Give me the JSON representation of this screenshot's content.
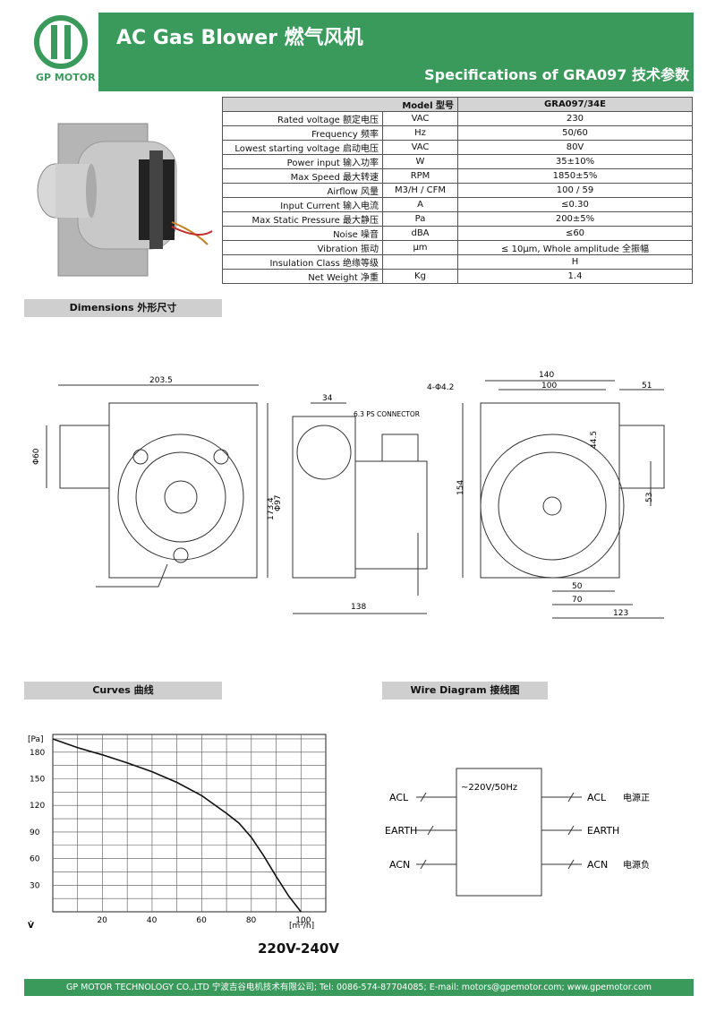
{
  "header": {
    "title": "AC Gas Blower 燃气风机",
    "subtitle": "Specifications of  GRA097 技术参数",
    "logo_text": "GP MOTOR"
  },
  "spec": {
    "header_label": "Model 型号",
    "header_value": "GRA097/34E",
    "rows": [
      {
        "label": "Rated voltage 额定电压",
        "unit": "VAC",
        "value": "230"
      },
      {
        "label": "Frequency 频率",
        "unit": "Hz",
        "value": "50/60"
      },
      {
        "label": "Lowest starting voltage 启动电压",
        "unit": "VAC",
        "value": "80V"
      },
      {
        "label": "Power input 输入功率",
        "unit": "W",
        "value": "35±10%"
      },
      {
        "label": "Max Speed 最大转速",
        "unit": "RPM",
        "value": "1850±5%"
      },
      {
        "label": "Airflow 风量",
        "unit": "M3/H / CFM",
        "value": "100 / 59"
      },
      {
        "label": "Input Current 输入电流",
        "unit": "A",
        "value": "≤0.30"
      },
      {
        "label": "Max Static Pressure 最大静压",
        "unit": "Pa",
        "value": "200±5%"
      },
      {
        "label": "Noise 噪音",
        "unit": "dBA",
        "value": "≤60"
      },
      {
        "label": "Vibration 振动",
        "unit": "µm",
        "value": "≤ 10µm, Whole amplitude 全振幅"
      },
      {
        "label": "Insulation Class 绝缘等级",
        "unit": "",
        "value": "H"
      },
      {
        "label": "Net Weight 净重",
        "unit": "Kg",
        "value": "1.4"
      }
    ]
  },
  "sections": {
    "dimensions": "Dimensions 外形尺寸",
    "curves": "Curves 曲线",
    "wire": "Wire Diagram 接线图"
  },
  "dimensions": {
    "d1": "203.5",
    "d2": "Φ60",
    "d3": "173.4",
    "d4": "Φ97",
    "d5": "34",
    "d6": "6.3 PS CONNECTOR",
    "d7": "138",
    "d8": "140",
    "d9": "100",
    "d10": "51",
    "d11": "4-Φ4.2",
    "d12": "44.5",
    "d13": "154",
    "d14": "53",
    "d15": "50",
    "d16": "70",
    "d17": "123"
  },
  "chart_data": {
    "type": "line",
    "ylabel": "[Pa]",
    "xlabel": "[m³/h]",
    "x_axis_symbol": "V̇",
    "xticks": [
      20,
      40,
      60,
      80,
      100
    ],
    "yticks": [
      30,
      60,
      90,
      120,
      150,
      180
    ],
    "xlim": [
      0,
      110
    ],
    "ylim": [
      0,
      200
    ],
    "series": [
      {
        "x": [
          0,
          10,
          20,
          30,
          40,
          50,
          60,
          70,
          75,
          80,
          85,
          90,
          95,
          100
        ],
        "y": [
          195,
          185,
          177,
          168,
          158,
          146,
          131,
          111,
          100,
          84,
          63,
          40,
          18,
          0
        ]
      }
    ]
  },
  "voltage_label": "220V-240V",
  "wire_diagram": {
    "box_label": "~220V/50Hz",
    "left": [
      "ACL",
      "EARTH",
      "ACN"
    ],
    "right": [
      "ACL",
      "EARTH",
      "ACN"
    ],
    "right_cn": [
      "电源正",
      "",
      "电源负"
    ]
  },
  "footer": "GP MOTOR TECHNOLOGY CO.,LTD 宁波吉谷电机技术有限公司; Tel: 0086-574-87704085; E-mail: motors@gpemotor.com; www.gpemotor.com",
  "colors": {
    "brand": "#3a9a5c"
  }
}
